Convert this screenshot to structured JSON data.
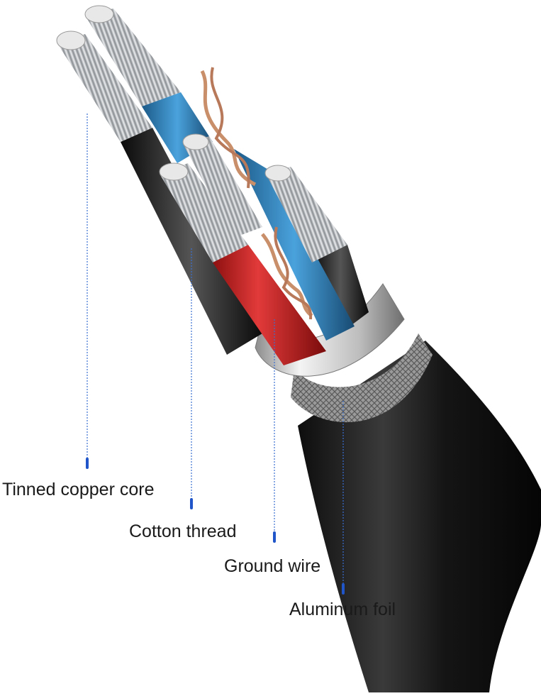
{
  "labels": {
    "tinned_copper_core": "Tinned copper core",
    "cotton_thread": "Cotton thread",
    "ground_wire": "Ground wire",
    "aluminum_foil": "Aluminum foil"
  },
  "colors": {
    "jacket": "#1c1c1c",
    "strand": "#c9ccd0",
    "blue_insulation": "#2f7fb8",
    "red_insulation": "#c81e1e",
    "black_insulation": "#222222",
    "foil": "#d8d8d8",
    "copper": "#c98f6a",
    "leader_line": "#3a6fd0"
  }
}
